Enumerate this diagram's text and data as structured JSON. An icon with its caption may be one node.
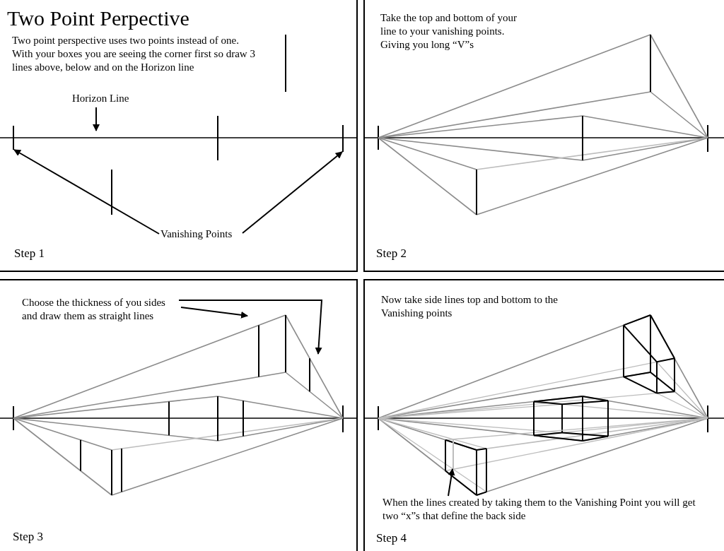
{
  "diagram": {
    "title": "Two Point Perpective",
    "nodes": [
      {
        "text": [
          "Two point perspective uses two points instead of one. With your boxes you are seeing the corner first so draw 3 lines above, below and on the Horizon line",
          "Step 1"
        ]
      },
      {
        "text": [
          "Take the top and bottom of your line to your vanishing points. Giving you long “V”s",
          "Step 2"
        ]
      },
      {
        "text": [
          "Step 3"
        ]
      },
      {
        "text": [
          "Now take side lines top and bottom to the Vanishing points",
          "Step 4"
        ]
      },
      {
        "text": [
          "Horizon Line"
        ],
        "in": 0
      },
      {
        "text": [
          "Vanishing Points"
        ],
        "in": 0
      },
      {
        "text": [],
        "shape": "bar",
        "in": 0
      },
      {
        "text": [],
        "shape": "bar",
        "in": 0
      },
      {
        "text": [
          "Choose the thickness of you sides and draw them as straight lines"
        ],
        "in": 2
      },
      {
        "text": [
          "When the lines created by taking them to the Vanishing Point you will get two “x”s that define the back side"
        ],
        "in": 3
      }
    ],
    "edges": [
      {
        "from": 4,
        "to": null,
        "arrow": "to"
      },
      {
        "from": 5,
        "to": 6,
        "arrow": "to"
      },
      {
        "from": 5,
        "to": 7,
        "arrow": "to"
      },
      {
        "from": 8,
        "to": null,
        "arrow": "to"
      },
      {
        "from": 8,
        "to": null,
        "arrow": "to"
      },
      {
        "from": 9,
        "to": null,
        "arrow": "to"
      }
    ]
  }
}
